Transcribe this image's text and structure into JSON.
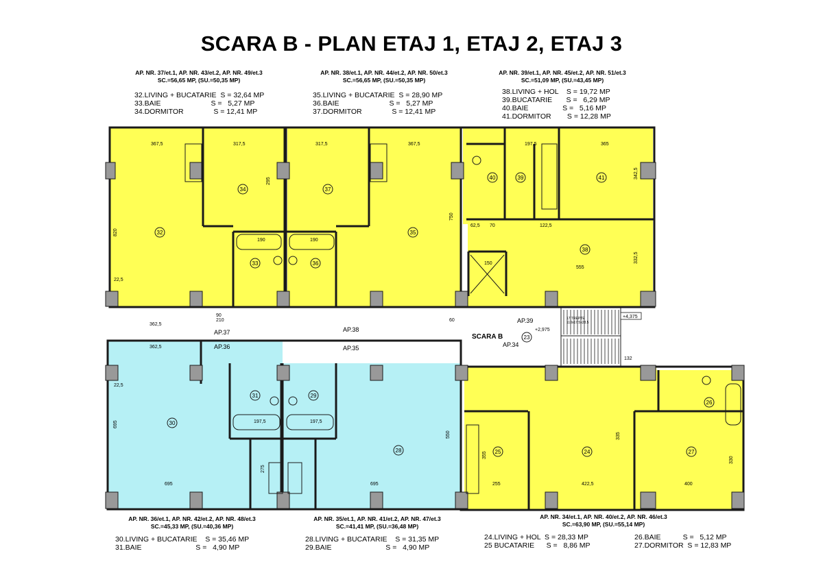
{
  "title": "SCARA B - PLAN ETAJ 1, ETAJ 2, ETAJ 3",
  "colors": {
    "apartment_fill": "#ffff55",
    "apartment_blue_fill": "#b6f0f5",
    "wall": "#1a1a1a",
    "pillar": "#999999"
  },
  "top_apartments": [
    {
      "header_line1": "AP. NR. 37/et.1, AP. NR. 43/et.2, AP. NR. 49/et.3",
      "header_line2": "SC.=56,65 MP, (SU.=50,35 MP)",
      "rooms": "32.LIVING + BUCATARIE  S = 32,64 MP\n33.BAIE                         S =   5,27 MP\n34.DORMITOR               S = 12,41 MP"
    },
    {
      "header_line1": "AP. NR. 38/et.1, AP. NR. 44/et.2, AP. NR. 50/et.3",
      "header_line2": "SC.=56,65 MP, (SU.=50,35 MP)",
      "rooms": "35.LIVING + BUCATARIE  S = 28,90 MP\n36.BAIE                         S =   5,27 MP\n37.DORMITOR               S = 12,41 MP"
    },
    {
      "header_line1": "AP. NR. 39/et.1, AP. NR. 45/et.2, AP. NR. 51/et.3",
      "header_line2": "SC.=51,09 MP, (SU.=43,45 MP)",
      "rooms": "38.LIVING + HOL    S = 19,72 MP\n39.BUCATARIE       S =   6,29 MP\n40.BAIE                 S =   5,16 MP\n41.DORMITOR        S = 12,28 MP"
    }
  ],
  "bottom_apartments": [
    {
      "header_line1": "AP. NR. 36/et.1, AP. NR. 42/et.2, AP. NR. 48/et.3",
      "header_line2": "SC.=45,33 MP, (SU.=40,36 MP)",
      "rooms": "30.LIVING + BUCATARIE    S = 35,46 MP\n31.BAIE                           S =   4,90 MP"
    },
    {
      "header_line1": "AP. NR. 35/et.1, AP. NR. 41/et.2, AP. NR. 47/et.3",
      "header_line2": "SC.=41,41 MP, (SU.=36,48 MP)",
      "rooms": "28.LIVING + BUCATARIE    S = 31,35 MP\n29.BAIE                           S =   4,90 MP"
    },
    {
      "header_line1": "AP. NR. 34/et.1, AP. NR. 40/et.2, AP. NR. 46/et.3",
      "header_line2": "SC.=63,90 MP, (SU.=55,14 MP)",
      "rooms_a": "24.LIVING + HOL  S = 28,33 MP\n25 BUCATARIE      S =   8,86 MP",
      "rooms_b": "26.BAIE           S =   5,12 MP\n27.DORMITOR  S = 12,83 MP"
    }
  ],
  "room_numbers": [
    "32",
    "33",
    "34",
    "37",
    "36",
    "35",
    "40",
    "39",
    "41",
    "38",
    "30",
    "31",
    "29",
    "28",
    "25",
    "24",
    "27",
    "26",
    "23"
  ],
  "apartment_labels": [
    "AP.37",
    "AP.38",
    "AP.39",
    "AP.36",
    "AP.35",
    "AP.34"
  ],
  "stair_label": "SCARA B",
  "levels": [
    "+4,375",
    "+2,975"
  ],
  "stair_notes": [
    "17 TREPTE",
    "110x17.5x28.5"
  ],
  "dimensions": {
    "top_row": [
      "367,5",
      "317,5",
      "317,5",
      "367,5",
      "197,5",
      "365",
      "62,5",
      "70",
      "122,5"
    ],
    "verticals": [
      "820",
      "750",
      "342,5",
      "295",
      "555",
      "332,5"
    ],
    "bottom_row": [
      "695",
      "695",
      "255",
      "422,5",
      "400"
    ],
    "bottom_verticals": [
      "695",
      "550",
      "275",
      "355",
      "335",
      "330"
    ],
    "misc": [
      "362,5",
      "362,5",
      "22,5",
      "22,5",
      "190",
      "190",
      "197,5",
      "197,5",
      "150",
      "132",
      "90",
      "210",
      "60"
    ]
  }
}
